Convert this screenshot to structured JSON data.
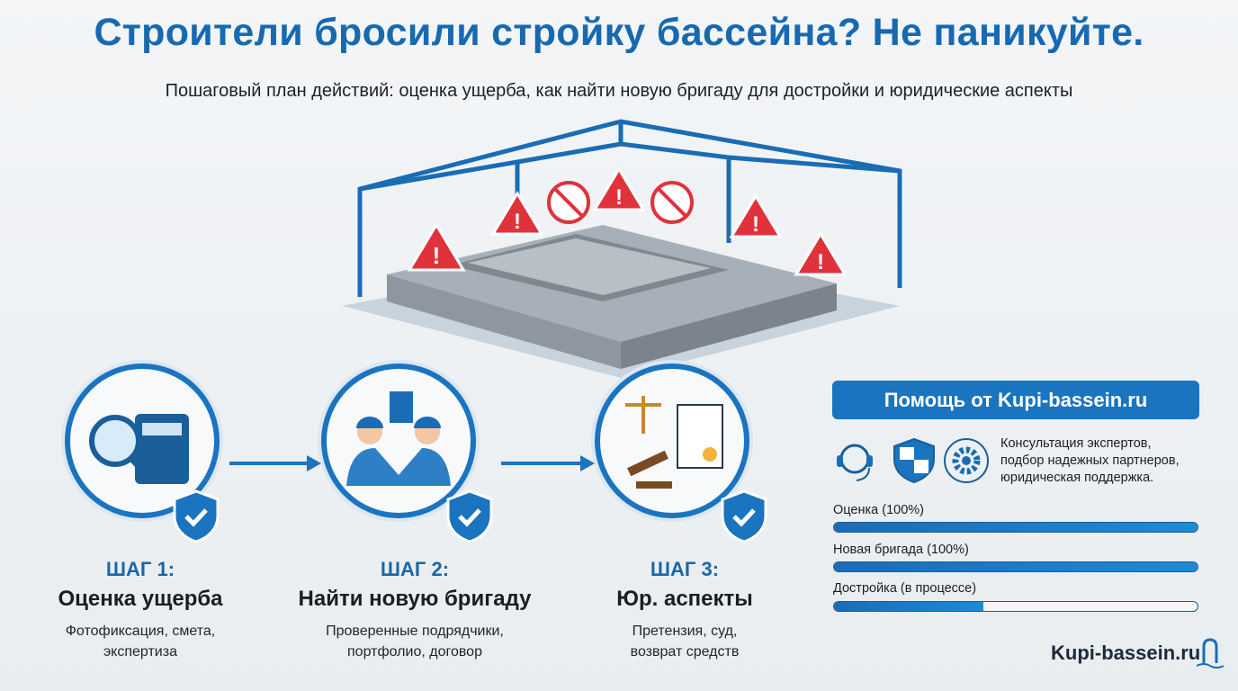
{
  "title": "Строители бросили стройку бассейна? Не паникуйте.",
  "subtitle": "Пошаговый план действий: оценка ущерба, как найти новую бригаду для достройки и юридические аспекты",
  "steps": [
    {
      "number": "ШАГ 1:",
      "title": "Оценка ущерба",
      "desc1": "Фотофиксация, смета,",
      "desc2": "экспертиза",
      "icon": "magnifier-calculator-icon"
    },
    {
      "number": "ШАГ 2:",
      "title": "Найти новую бригаду",
      "desc1": "Проверенные подрядчики,",
      "desc2": "портфолио, договор",
      "icon": "handshake-workers-icon"
    },
    {
      "number": "ШАГ 3:",
      "title": "Юр. аспекты",
      "desc1": "Претензия, суд,",
      "desc2": "возврат средств",
      "icon": "scales-gavel-document-icon"
    }
  ],
  "help": {
    "header": "Помощь от Kupi-bassein.ru",
    "line1": "Консультация экспертов,",
    "line2": "подбор надежных партнеров,",
    "line3": "юридическая поддержка.",
    "icons": [
      "headset-icon",
      "shield-icon",
      "gear-cycle-icon"
    ]
  },
  "progress": [
    {
      "label": "Оценка (100%)",
      "value": 100
    },
    {
      "label": "Новая бригада (100%)",
      "value": 100
    },
    {
      "label": "Достройка (в процессе)",
      "value": 41
    }
  ],
  "logo": "Kupi-bassein.ru",
  "colors": {
    "accent": "#1a74c0",
    "title": "#1769b0",
    "warning": "#e0323a"
  }
}
